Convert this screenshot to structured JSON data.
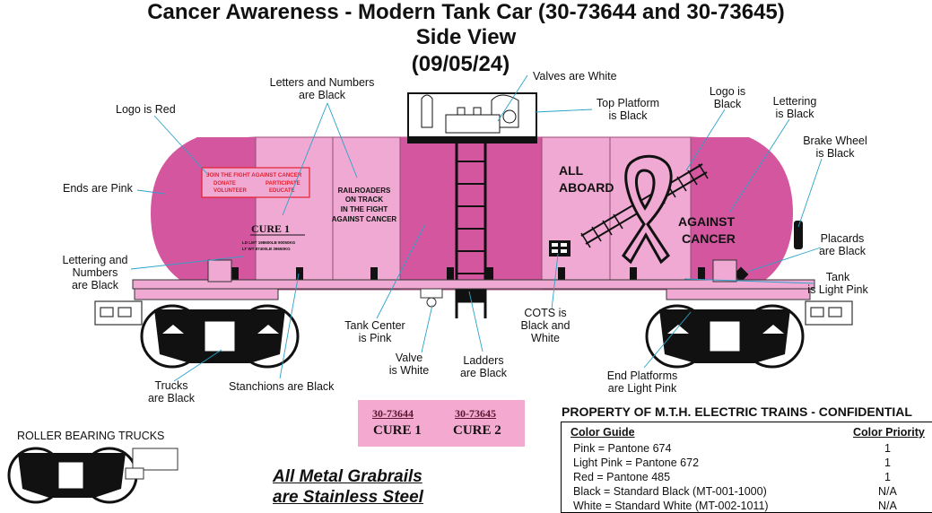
{
  "title": {
    "line1": "Cancer Awareness - Modern Tank Car (30-73644 and 30-73645)",
    "line2": "Side View",
    "line3": "(09/05/24)"
  },
  "callouts": {
    "valves_white": "Valves are White",
    "letters_numbers_1": "Letters and Numbers",
    "letters_numbers_2": "are Black",
    "top_platform_1": "Top Platform",
    "top_platform_2": "is Black",
    "logo_black_1": "Logo is",
    "logo_black_2": "Black",
    "lettering_black_1": "Lettering",
    "lettering_black_2": "is Black",
    "logo_red": "Logo is Red",
    "brake_wheel_1": "Brake Wheel",
    "brake_wheel_2": "is Black",
    "ends_pink": "Ends are Pink",
    "placards_1": "Placards",
    "placards_2": "are Black",
    "lettering_numbers_1": "Lettering and",
    "lettering_numbers_2": "Numbers",
    "lettering_numbers_3": "are Black",
    "tank_1": "Tank",
    "tank_2": "is Light Pink",
    "tank_center_1": "Tank Center",
    "tank_center_2": "is Pink",
    "cots_1": "COTS is",
    "cots_2": "Black and",
    "cots_3": "White",
    "valve_1": "Valve",
    "valve_2": "is White",
    "ladders_1": "Ladders",
    "ladders_2": "are Black",
    "end_platforms_1": "End Platforms",
    "end_platforms_2": "are Light Pink",
    "trucks_1": "Trucks",
    "trucks_2": "are Black",
    "stanchions": "Stanchions are Black"
  },
  "car_graphics": {
    "red_box_line1": "JOIN THE FIGHT AGAINST CANCER",
    "red_box_donate": "DONATE",
    "red_box_participate": "PARTICIPATE",
    "red_box_volunteer": "VOLUNTEER",
    "red_box_educate": "EDUCATE",
    "rr_line1": "RAILROADERS",
    "rr_line2": "ON TRACK",
    "rr_line3": "IN THE FIGHT",
    "rr_line4": "AGAINST CANCER",
    "cure": "CURE 1",
    "ld_lmt": "LD LMT  198600LB  90050KG",
    "lt_wt": "LT WT    87400LB  39650KG",
    "all": "ALL",
    "aboard": "ABOARD",
    "against": "AGAINST",
    "cancer": "CANCER"
  },
  "roller_bearing": "ROLLER BEARING TRUCKS",
  "grabrails": {
    "line1": "All Metal Grabrails",
    "line2": "are Stainless Steel"
  },
  "cure_box": {
    "items": [
      {
        "number": "30-73644",
        "name": "CURE 1"
      },
      {
        "number": "30-73645",
        "name": "CURE 2"
      }
    ]
  },
  "property": "PROPERTY OF M.T.H. ELECTRIC TRAINS - CONFIDENTIAL",
  "color_guide": {
    "header": "Color Guide",
    "priority_header": "Color Priority",
    "rows": [
      {
        "label": "Pink = Pantone 674",
        "priority": "1"
      },
      {
        "label": "Light Pink = Pantone 672",
        "priority": "1"
      },
      {
        "label": "Red = Pantone 485",
        "priority": "1"
      },
      {
        "label": "Black = Standard Black (MT-001-1000)",
        "priority": "N/A"
      },
      {
        "label": "White = Standard White (MT-002-1011)",
        "priority": "N/A"
      }
    ]
  },
  "colors": {
    "pink": "#d3569f",
    "light_pink": "#f0a9d2",
    "red": "#e5202e",
    "black": "#111111",
    "leader": "#2aa3c8"
  }
}
